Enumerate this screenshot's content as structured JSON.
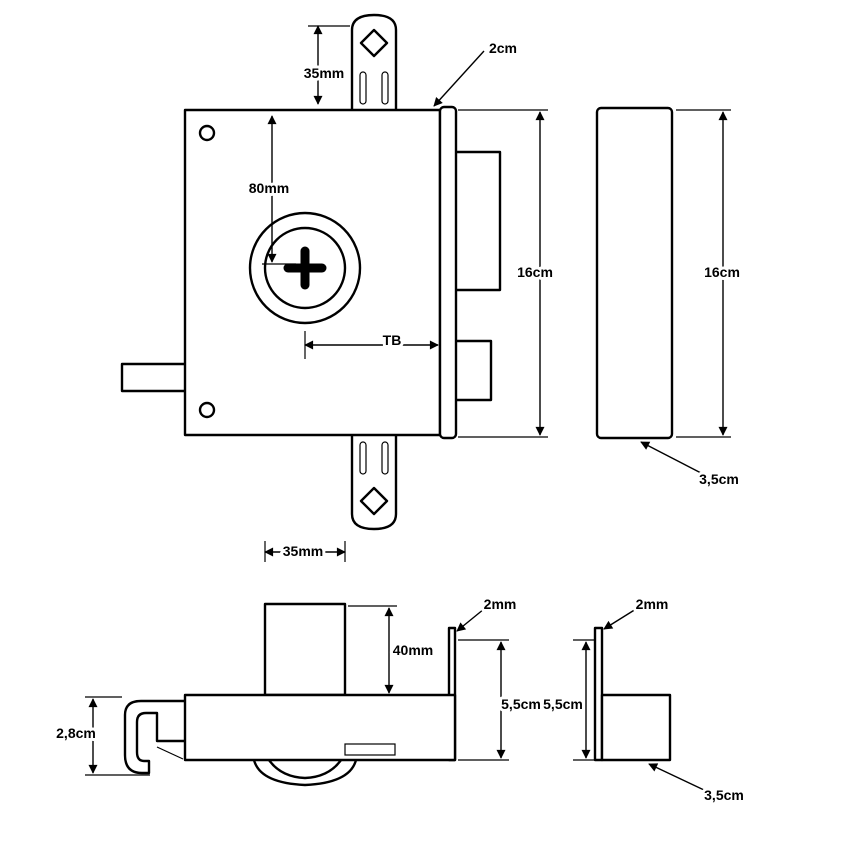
{
  "diagram": {
    "type": "technical-drawing",
    "subject": "rim-lock dimensional diagram",
    "views": {
      "front": {
        "strap_offset": "35mm",
        "cylinder_offset": "80mm",
        "plate_width": "2cm",
        "height": "16cm",
        "backset": "TB"
      },
      "side": {
        "height": "16cm",
        "depth": "3,5cm"
      },
      "plan": {
        "cylinder_width": "35mm",
        "cylinder_depth": "40mm",
        "plate_thickness": "2mm",
        "body_depth": "5,5cm",
        "hook_height": "2,8cm"
      },
      "section": {
        "plate_thickness": "2mm",
        "body_depth": "5,5cm",
        "width": "3,5cm"
      }
    }
  }
}
